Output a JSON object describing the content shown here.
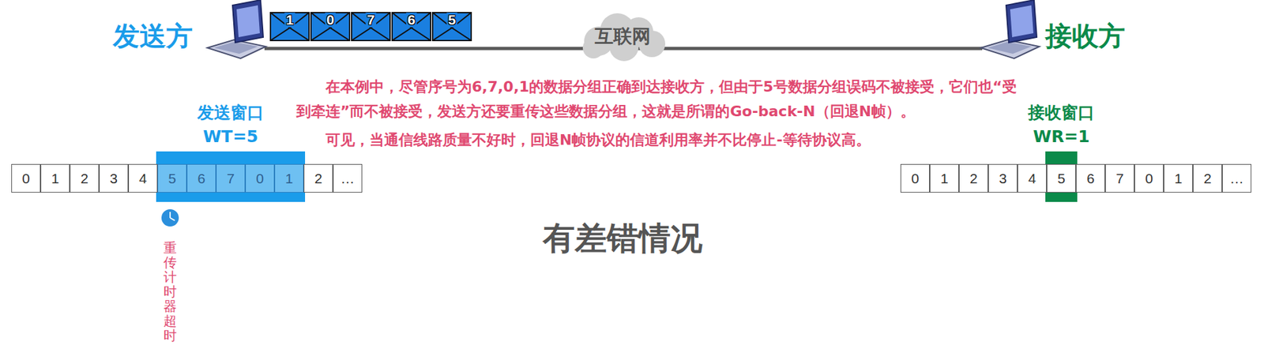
{
  "diagram": {
    "title": "有差错情况",
    "nodes": [
      {
        "text": [
          "1"
        ]
      },
      {
        "text": [
          "0"
        ]
      },
      {
        "text": [
          "7"
        ]
      },
      {
        "text": [
          "6"
        ]
      },
      {
        "text": [
          "5"
        ]
      },
      {
        "text": [
          "互联网"
        ]
      },
      {
        "text": [
          "发送窗口",
          "WT=5"
        ]
      },
      {
        "text": [
          "0"
        ]
      },
      {
        "text": [
          "1"
        ]
      },
      {
        "text": [
          "2"
        ]
      },
      {
        "text": [
          "3"
        ]
      },
      {
        "text": [
          "4"
        ]
      },
      {
        "text": [
          "5"
        ],
        "in": 6
      },
      {
        "text": [
          "6"
        ],
        "in": 6
      },
      {
        "text": [
          "7"
        ],
        "in": 6
      },
      {
        "text": [
          "0"
        ],
        "in": 6
      },
      {
        "text": [
          "1"
        ],
        "in": 6
      },
      {
        "text": [
          "2"
        ]
      },
      {
        "text": [
          "…"
        ]
      },
      {
        "text": [
          "接收窗口",
          "WR=1"
        ]
      },
      {
        "text": [
          "0"
        ]
      },
      {
        "text": [
          "1"
        ]
      },
      {
        "text": [
          "2"
        ]
      },
      {
        "text": [
          "3"
        ]
      },
      {
        "text": [
          "4"
        ]
      },
      {
        "text": [
          "5"
        ],
        "in": 19
      },
      {
        "text": [
          "6"
        ]
      },
      {
        "text": [
          "7"
        ]
      },
      {
        "text": [
          "0"
        ]
      },
      {
        "text": [
          "1"
        ]
      },
      {
        "text": [
          "2"
        ]
      },
      {
        "text": [
          "…"
        ]
      }
    ],
    "labels": [
      "发送方",
      "接收方",
      "在本例中，尽管序号为6,7,0,1的数据分组正确到达接收方，但由于5号数据分组误码不被接受，它们也“受到牵连”而不被接受，发送方还要重传这些数据分组，这就是所谓的Go-back-N（回退N帧）。",
      "可见，当通信线路质量不好时，回退N帧协议的信道利用率并不比停止-等待协议高。",
      "重传计时器超时"
    ]
  }
}
